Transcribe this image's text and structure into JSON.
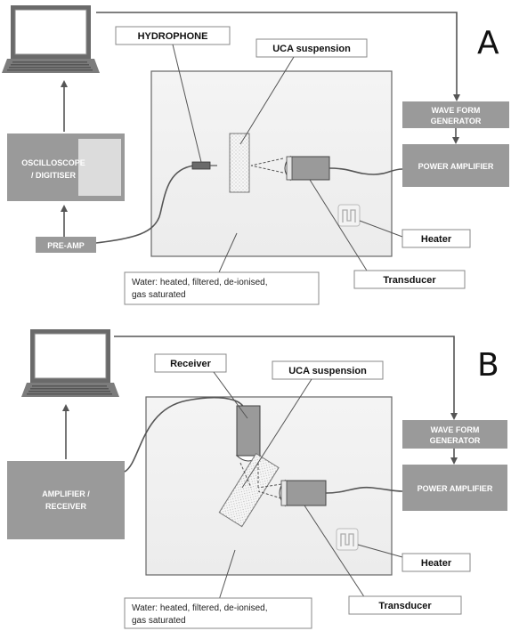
{
  "panel_a": {
    "letter": "A",
    "hydrophone": "HYDROPHONE",
    "uca_suspension": "UCA suspension",
    "wave_form_generator_line1": "WAVE FORM",
    "wave_form_generator_line2": "GENERATOR",
    "power_amplifier": "POWER AMPLIFIER",
    "oscilloscope_line1": "OSCILLOSCOPE",
    "oscilloscope_line2": "/ DIGITISER",
    "pre_amp": "PRE-AMP",
    "heater": "Heater",
    "transducer": "Transducer",
    "water_line1": "Water: heated, filtered, de-ionised,",
    "water_line2": "gas saturated"
  },
  "panel_b": {
    "letter": "B",
    "receiver": "Receiver",
    "uca_suspension": "UCA suspension",
    "wave_form_generator_line1": "WAVE FORM",
    "wave_form_generator_line2": "GENERATOR",
    "power_amplifier": "POWER AMPLIFIER",
    "amplifier_receiver_line1": "AMPLIFIER /",
    "amplifier_receiver_line2": "RECEIVER",
    "heater": "Heater",
    "transducer": "Transducer",
    "water_line1": "Water: heated, filtered, de-ionised,",
    "water_line2": "gas saturated"
  },
  "colors": {
    "box_fill": "#9a9a9a",
    "tank_fill": "#f2f2f2",
    "line": "#555555"
  }
}
